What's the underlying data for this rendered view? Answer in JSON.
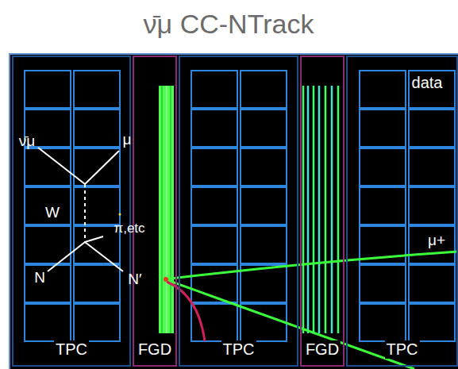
{
  "diagram": {
    "title": "ν̄μ CC-NTrack",
    "nodes": [
      {
        "text": [
          "TPC"
        ]
      },
      {
        "text": [
          "FGD"
        ]
      },
      {
        "text": [
          "TPC"
        ]
      },
      {
        "text": [
          "FGD"
        ]
      },
      {
        "text": [
          "TPC"
        ]
      }
    ],
    "labels": [
      "data",
      "ν̄μ",
      "μ",
      "W",
      "π,etc",
      "N",
      "N′",
      "μ+"
    ]
  }
}
